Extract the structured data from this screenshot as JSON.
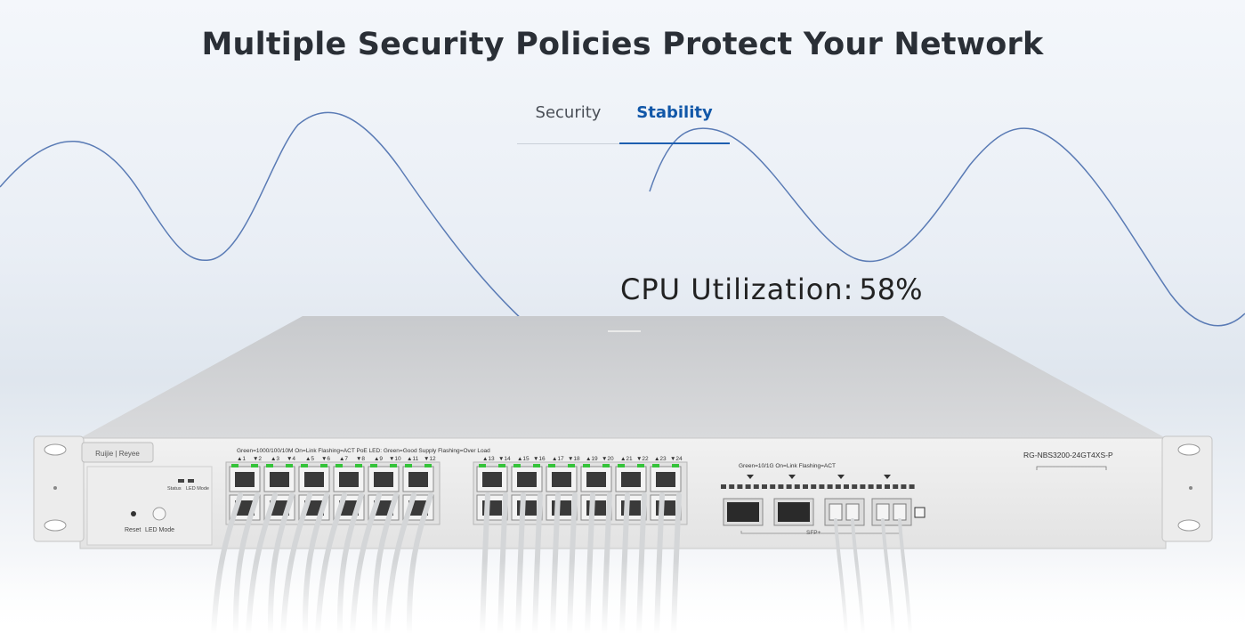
{
  "headline": "Multiple Security Policies Protect Your Network",
  "tabs": [
    {
      "label": "Security",
      "active": false
    },
    {
      "label": "Stability",
      "active": true
    }
  ],
  "cpu": {
    "label": "CPU Utilization:",
    "value": "58",
    "unit": "%"
  },
  "device": {
    "brand": "Ruijie | Reyee",
    "model": "RG-NBS3200-24GT4XS-P",
    "status_label": "Status",
    "led_mode_label": "LED Mode",
    "reset_label": "Reset",
    "led_mode_button_label": "LED Mode",
    "legend_rj45": "Green=1000/100/10M   On=Link   Flashing=ACT   PoE LED: Green=Good Supply   Flashing=Over Load",
    "legend_sfp": "Green=10/1G   On=Link   Flashing=ACT",
    "sfp_label": "SFP+",
    "port_labels_a": [
      "▲1",
      "▼2",
      "▲3",
      "▼4",
      "▲5",
      "▼6",
      "▲7",
      "▼8",
      "▲9",
      "▼10",
      "▲11",
      "▼12"
    ],
    "port_labels_b": [
      "▲13",
      "▼14",
      "▲15",
      "▼16",
      "▲17",
      "▼18",
      "▲19",
      "▼20",
      "▲21",
      "▼22",
      "▲23",
      "▼24"
    ]
  },
  "colors": {
    "accent": "#1157a8",
    "wave": "#5a7bb5",
    "headline": "#2a2f36"
  }
}
